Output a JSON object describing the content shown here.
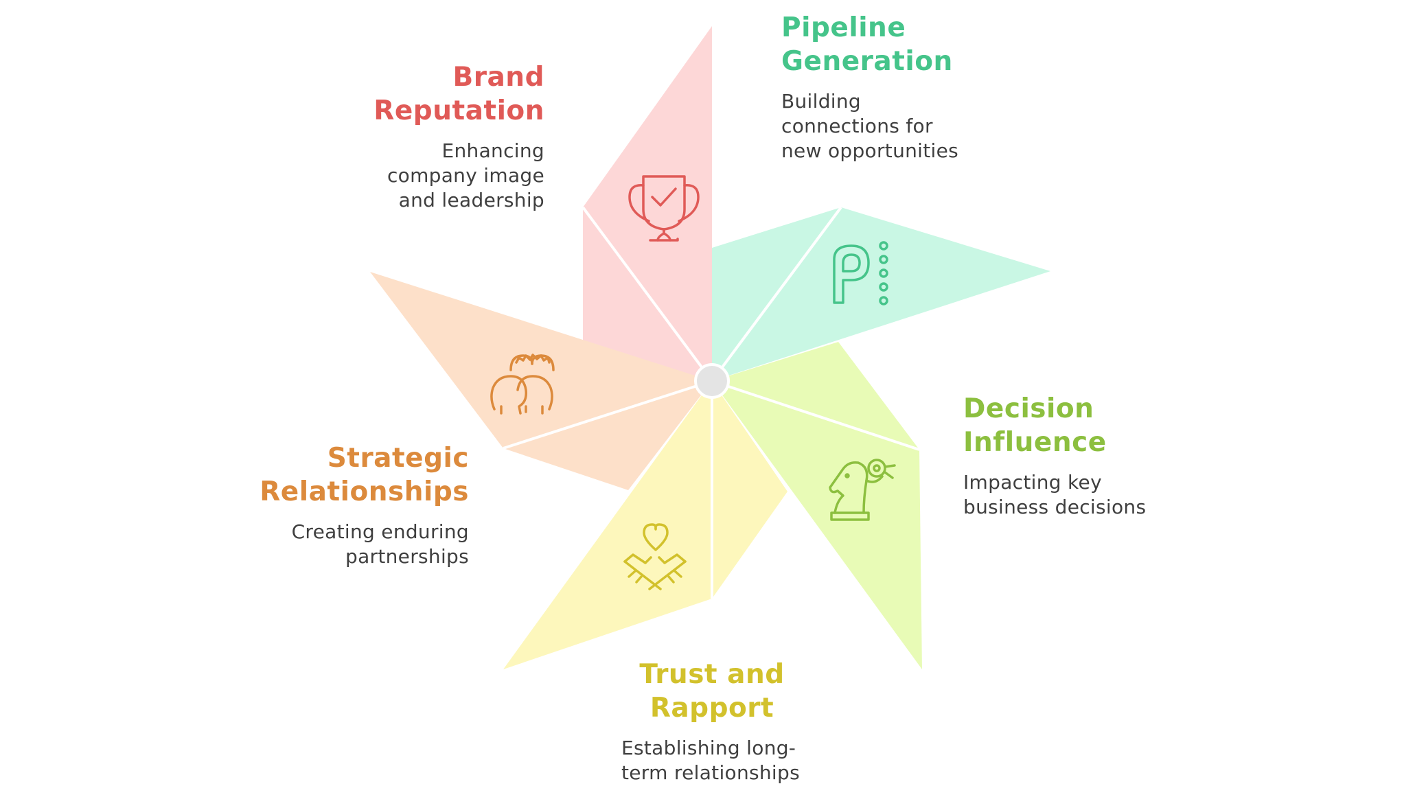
{
  "colors": {
    "brand": "#e05a57",
    "pipeline": "#45c48a",
    "decision": "#8cbf3f",
    "trust": "#d2c12c",
    "strategic": "#dc8a3c",
    "hub": "#e4e4e4"
  },
  "segments": [
    {
      "id": "brand",
      "title_lines": [
        "Brand",
        "Reputation"
      ],
      "description_lines": [
        "Enhancing",
        "company image",
        "and leadership"
      ],
      "icon": "trophy-icon"
    },
    {
      "id": "pipeline",
      "title_lines": [
        "Pipeline",
        "Generation"
      ],
      "description_lines": [
        "Building",
        "connections for",
        "new opportunities"
      ],
      "icon": "pipeline-icon"
    },
    {
      "id": "decision",
      "title_lines": [
        "Decision",
        "Influence"
      ],
      "description_lines": [
        "Impacting key",
        "business decisions"
      ],
      "icon": "chess-knight-icon"
    },
    {
      "id": "trust",
      "title_lines": [
        "Trust and",
        "Rapport"
      ],
      "description_lines": [
        "Establishing long-",
        "term relationships"
      ],
      "icon": "handshake-heart-icon"
    },
    {
      "id": "strategic",
      "title_lines": [
        "Strategic",
        "Relationships"
      ],
      "description_lines": [
        "Creating enduring",
        "partnerships"
      ],
      "icon": "people-group-icon"
    }
  ]
}
